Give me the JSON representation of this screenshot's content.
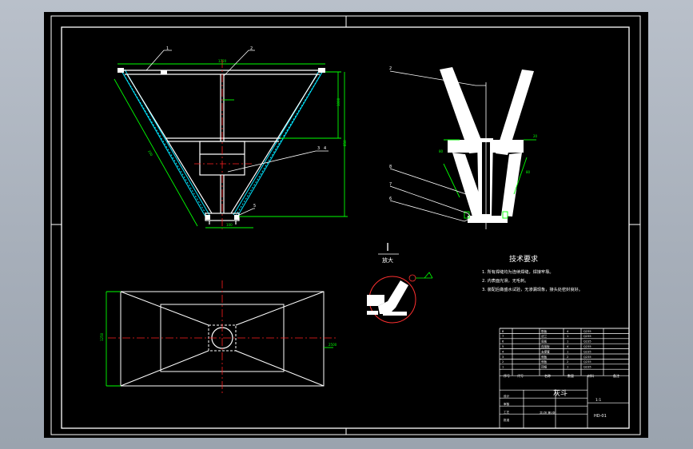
{
  "colors": {
    "background_gradient_top": "#b9c0ca",
    "background_gradient_bottom": "#9aa3ae",
    "canvas": "#000000",
    "line_white": "#ffffff",
    "dimension_green": "#00ff00",
    "hidden_cyan": "#00e5ff",
    "center_red": "#ff2020",
    "detail_circle_red": "#ff3030",
    "leader_white": "#ffffff"
  },
  "front_view": {
    "balloons": [
      "1",
      "2",
      "3",
      "4",
      "5"
    ],
    "dimension_marks": [
      "200",
      "1720",
      "1000",
      "850",
      "100"
    ]
  },
  "side_view": {
    "balloons": [
      "2",
      "6",
      "7",
      "8"
    ],
    "dimension_marks": [
      "80",
      "80",
      "20"
    ]
  },
  "top_view": {
    "dimension_marks": [
      "1250",
      "2500"
    ]
  },
  "detail": {
    "label": "I",
    "scale_label": "放大"
  },
  "technical_requirements": {
    "title": "技术要求",
    "items": [
      "1. 所有焊缝均为连续焊缝，焊接牢靠。",
      "2. 内表面光滑，无毛刺。",
      "3. 装配后做盛水试验，无渗漏现象，接头处密封良好。"
    ]
  },
  "title_block": {
    "title": "灰斗",
    "scale": "1:1",
    "drawing_no": "HD-01",
    "header_cells": [
      "序号",
      "代号",
      "名称",
      "数量",
      "材料",
      "备注"
    ],
    "parts": [
      [
        "8",
        "筋板",
        "4",
        "Q235"
      ],
      [
        "7",
        "法兰",
        "1",
        "Q235"
      ],
      [
        "6",
        "底板",
        "1",
        "Q235"
      ],
      [
        "5",
        "连接板",
        "4",
        "Q235"
      ],
      [
        "4",
        "支撑管",
        "1",
        "Q235"
      ],
      [
        "3",
        "侧板",
        "2",
        "Q235"
      ],
      [
        "2",
        "侧板",
        "2",
        "Q235"
      ],
      [
        "1",
        "顶框",
        "1",
        "Q235"
      ]
    ],
    "signature_labels": [
      "设计",
      "审核",
      "工艺",
      "批准"
    ],
    "sheet_text": "共1张 第1张"
  }
}
